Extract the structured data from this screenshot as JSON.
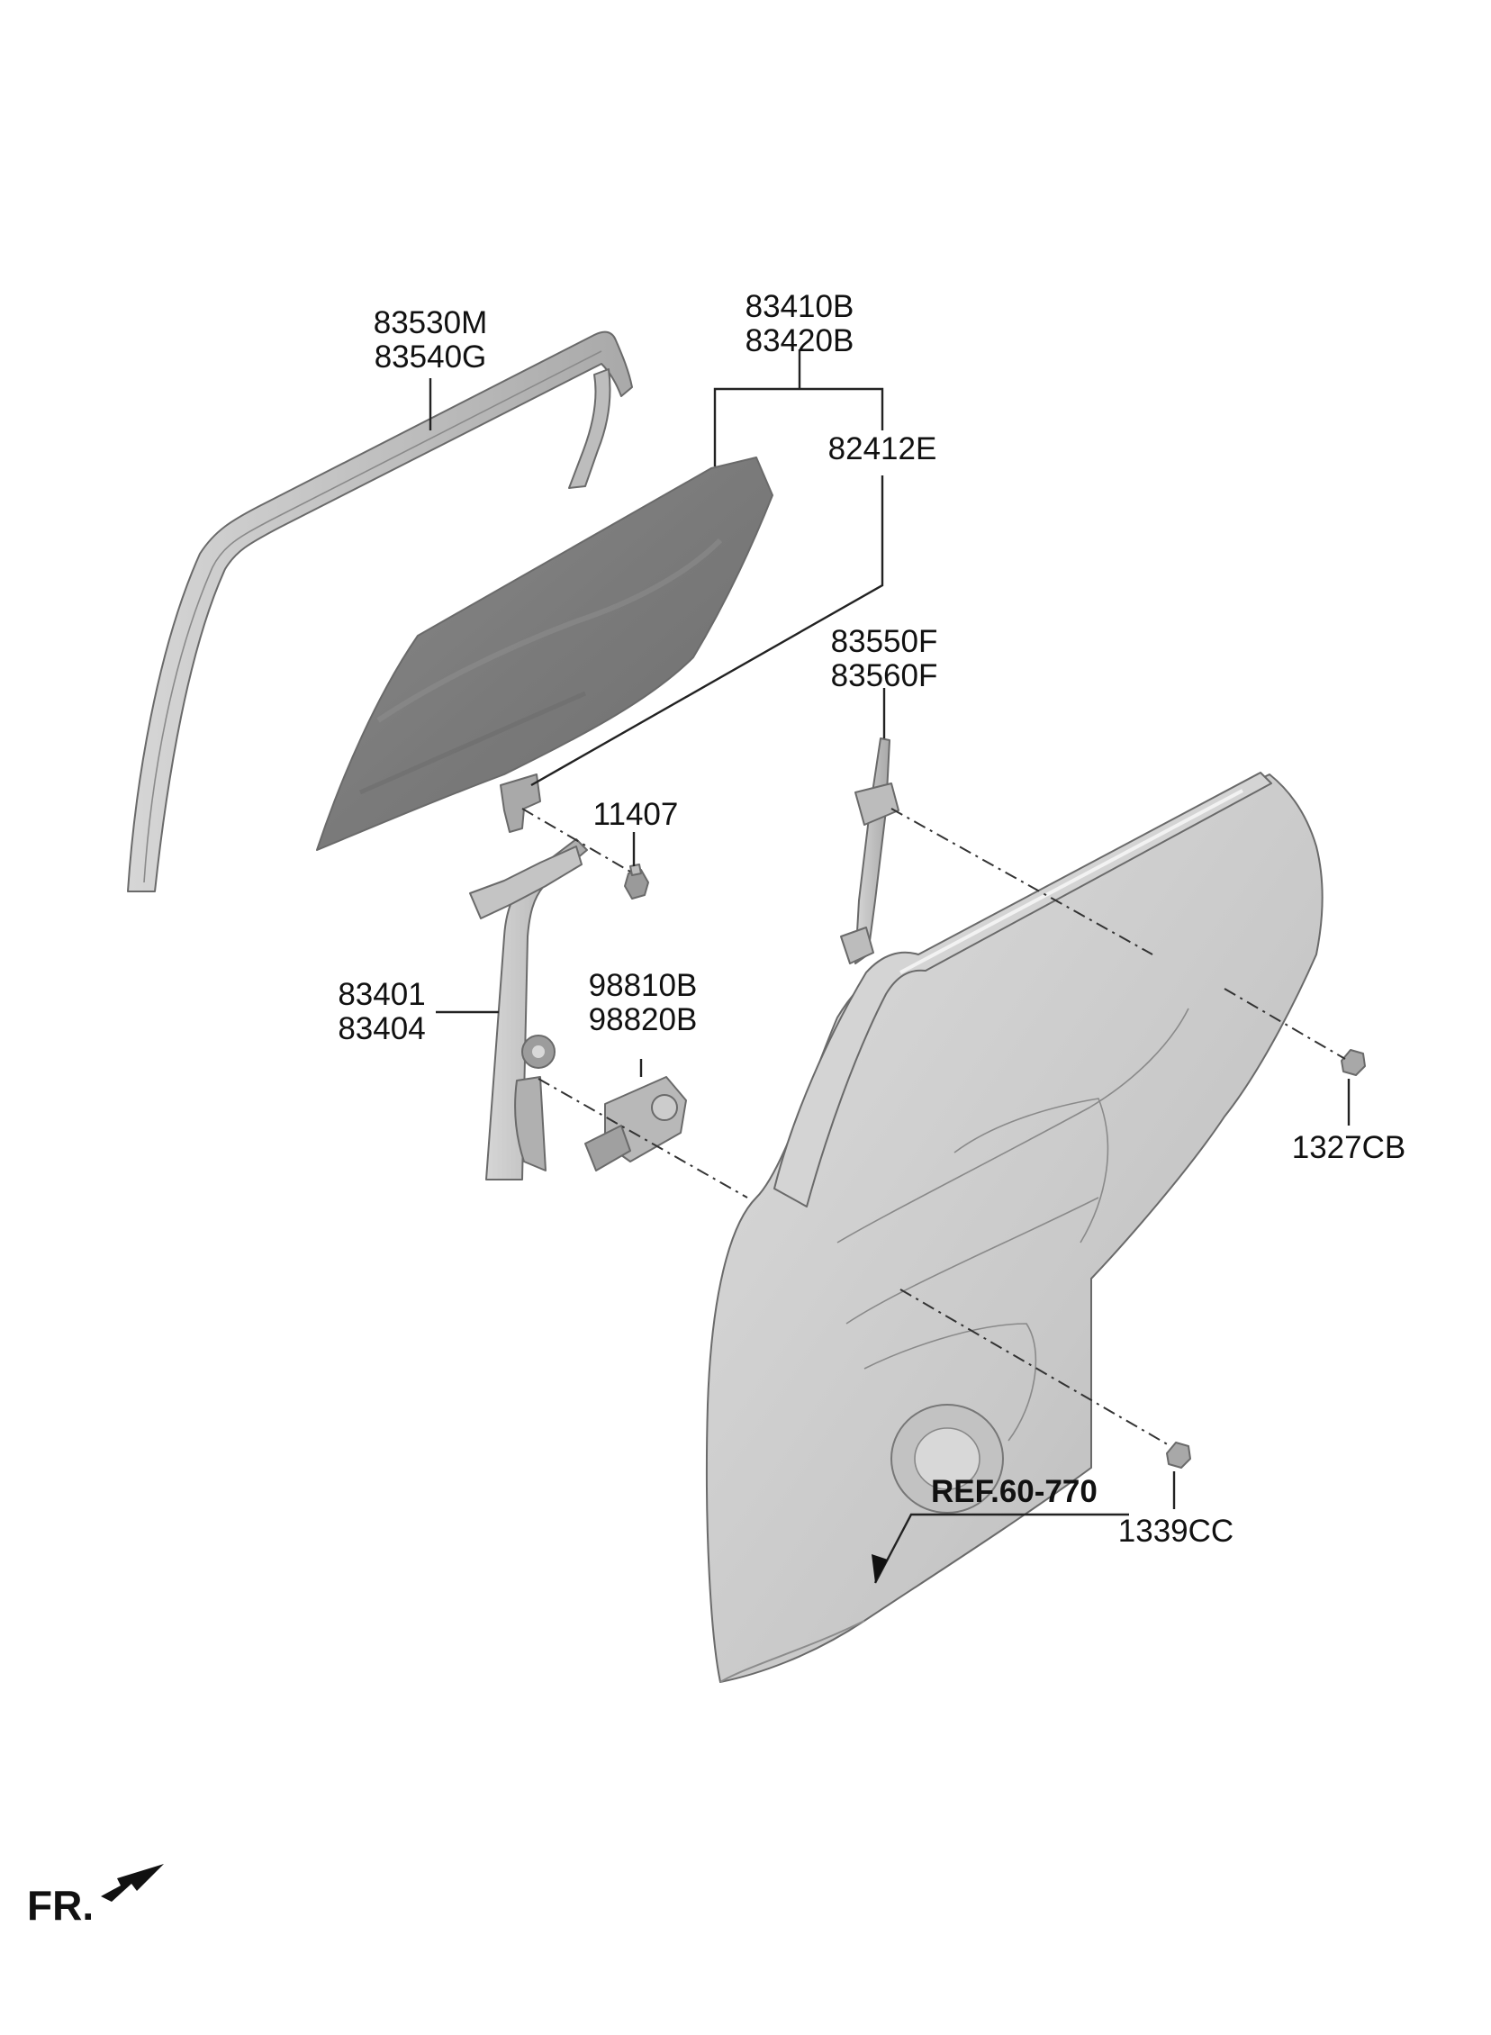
{
  "diagram": {
    "callouts": {
      "window_channel": [
        "83530M",
        "83540G"
      ],
      "door_glass": [
        "83410B",
        "83420B"
      ],
      "glass_mount": "82412E",
      "rear_channel": [
        "83550F",
        "83560F"
      ],
      "bolt": "11407",
      "regulator": [
        "83401",
        "83404"
      ],
      "motor": [
        "98810B",
        "98820B"
      ],
      "upper_screw": "1327CB",
      "lower_screw": "1339CC",
      "reference": "REF.60-770"
    },
    "orientation_label": "FR."
  }
}
